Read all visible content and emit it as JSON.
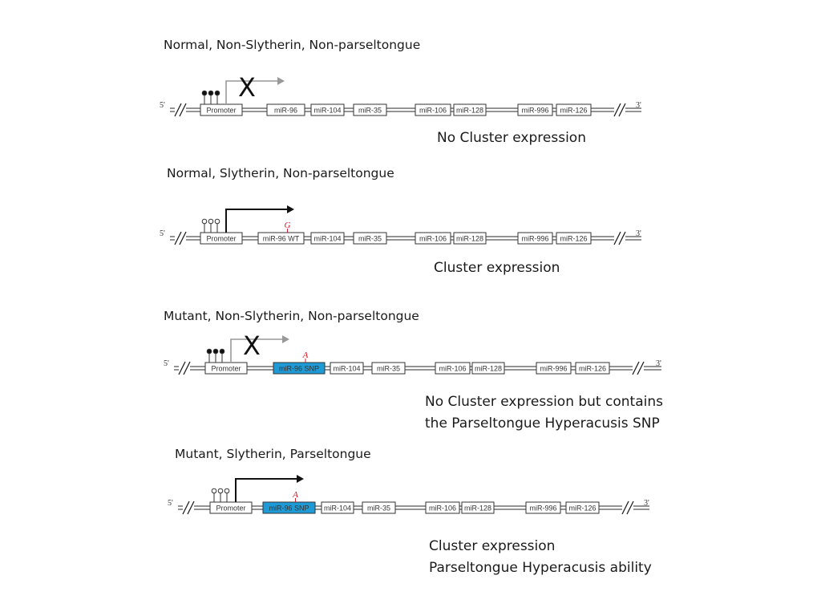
{
  "panels": [
    {
      "title": "Normal, Non-Slytherin, Non-parseltongue",
      "five_prime": "5'",
      "three_prime": "3'",
      "promoter": "Promoter",
      "methylation": "methylated",
      "transcription": "blocked",
      "block_mark": "X",
      "genes": [
        "miR-96",
        "miR-104",
        "miR-35",
        "miR-106",
        "miR-128",
        "miR-996",
        "miR-126"
      ],
      "snp_letter": "",
      "outcome": [
        "No Cluster expression"
      ]
    },
    {
      "title": "Normal, Slytherin, Non-parseltongue",
      "five_prime": "5'",
      "three_prime": "3'",
      "promoter": "Promoter",
      "methylation": "unmethylated",
      "transcription": "active",
      "genes": [
        "miR-96 WT",
        "miR-104",
        "miR-35",
        "miR-106",
        "miR-128",
        "miR-996",
        "miR-126"
      ],
      "snp_letter": "G",
      "outcome": [
        "Cluster expression"
      ]
    },
    {
      "title": "Mutant, Non-Slytherin, Non-parseltongue",
      "five_prime": "5'",
      "three_prime": "3'",
      "promoter": "Promoter",
      "methylation": "methylated",
      "transcription": "blocked",
      "block_mark": "X",
      "genes": [
        "miR-96 SNP",
        "miR-104",
        "miR-35",
        "miR-106",
        "miR-128",
        "miR-996",
        "miR-126"
      ],
      "snp_letter": "A",
      "outcome": [
        "No Cluster expression but contains",
        "the Parseltongue Hyperacusis SNP"
      ]
    },
    {
      "title": "Mutant, Slytherin, Parseltongue",
      "five_prime": "5'",
      "three_prime": "3'",
      "promoter": "Promoter",
      "methylation": "unmethylated",
      "transcription": "active",
      "genes": [
        "miR-96 SNP",
        "miR-104",
        "miR-35",
        "miR-106",
        "miR-128",
        "miR-996",
        "miR-126"
      ],
      "snp_letter": "A",
      "outcome": [
        "Cluster expression",
        "Parseltongue Hyperacusis ability"
      ]
    }
  ],
  "colors": {
    "snp_box": "#1e9bd7",
    "snp_letter": "#d11a2a",
    "line": "#555555",
    "blocked_arrow": "#999999",
    "active_arrow": "#111111"
  }
}
